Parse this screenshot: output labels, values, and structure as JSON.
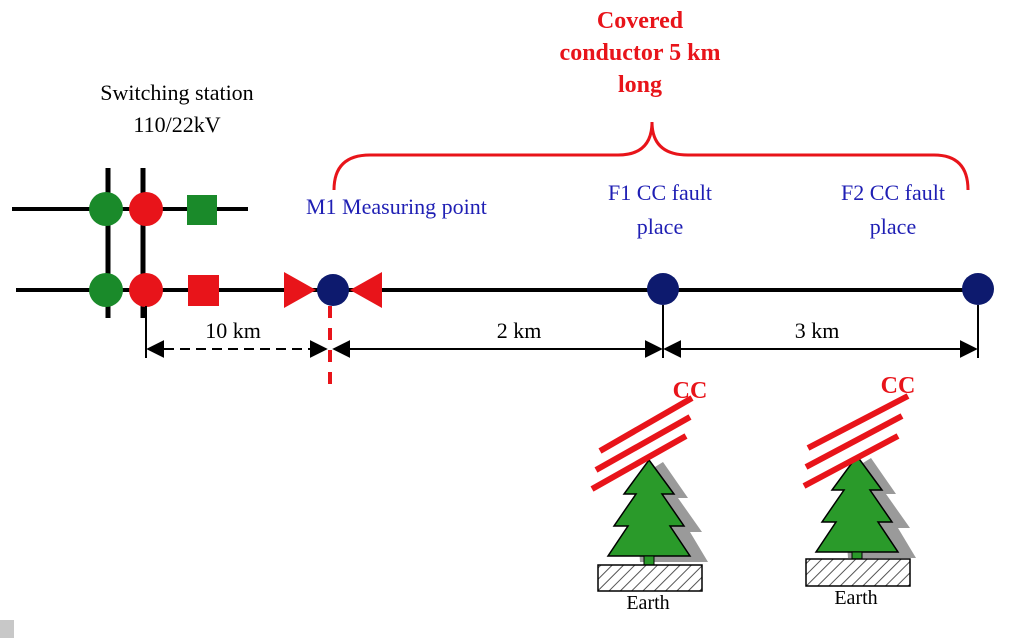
{
  "station": {
    "title": "Switching station",
    "rating": "110/22kV"
  },
  "covered_conductor": {
    "line1": "Covered",
    "line2": "conductor 5 km",
    "line3": "long"
  },
  "points": {
    "m1": "M1 Measuring point",
    "f1_line1": "F1 CC fault",
    "f1_line2": "place",
    "f2_line1": "F2 CC fault",
    "f2_line2": "place"
  },
  "distances": {
    "d1": "10 km",
    "d2": "2 km",
    "d3": "3 km"
  },
  "fault_sites": [
    {
      "conductor_label": "CC",
      "ground_label": "Earth"
    },
    {
      "conductor_label": "CC",
      "ground_label": "Earth"
    }
  ],
  "colors": {
    "green": "#1a8a2a",
    "red": "#e8141a",
    "blue_node": "#0d1a6e",
    "blue_text": "#1f1fb4",
    "line": "#000000"
  }
}
